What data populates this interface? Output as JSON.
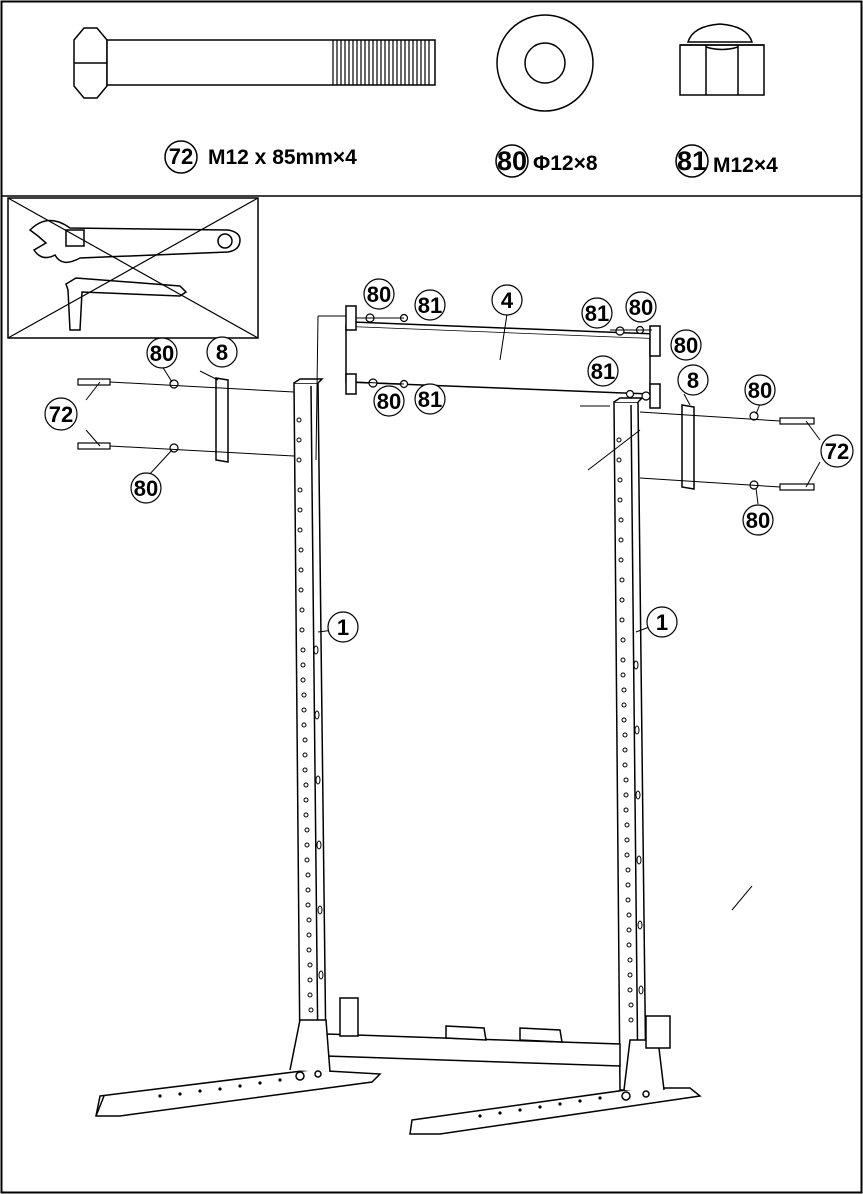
{
  "hardware": [
    {
      "part": "72",
      "spec": "M12 x 85mm×4",
      "icon": "hex-bolt-icon"
    },
    {
      "part": "80",
      "spec": "Φ12×8",
      "icon": "flat-washer-icon"
    },
    {
      "part": "81",
      "spec": "M12×4",
      "icon": "lock-nut-icon"
    }
  ],
  "tools": [
    "wrench-icon",
    "hex-key-icon"
  ],
  "callouts": {
    "c4": "4",
    "c8_left": "8",
    "c8_right": "8",
    "c1_left": "1",
    "c1_right": "1",
    "c72_left": "72",
    "c72_right": "72",
    "c80_top_left": "80",
    "c80_top_right": "80",
    "c80_mid": "80",
    "c80_right_mid": "80",
    "c80_left_upper": "80",
    "c80_left_lower": "80",
    "c80_right_upper": "80",
    "c80_right_lower": "80",
    "c81_top_left": "81",
    "c81_top_right": "81",
    "c81_mid_left": "81",
    "c81_mid_right": "81"
  }
}
